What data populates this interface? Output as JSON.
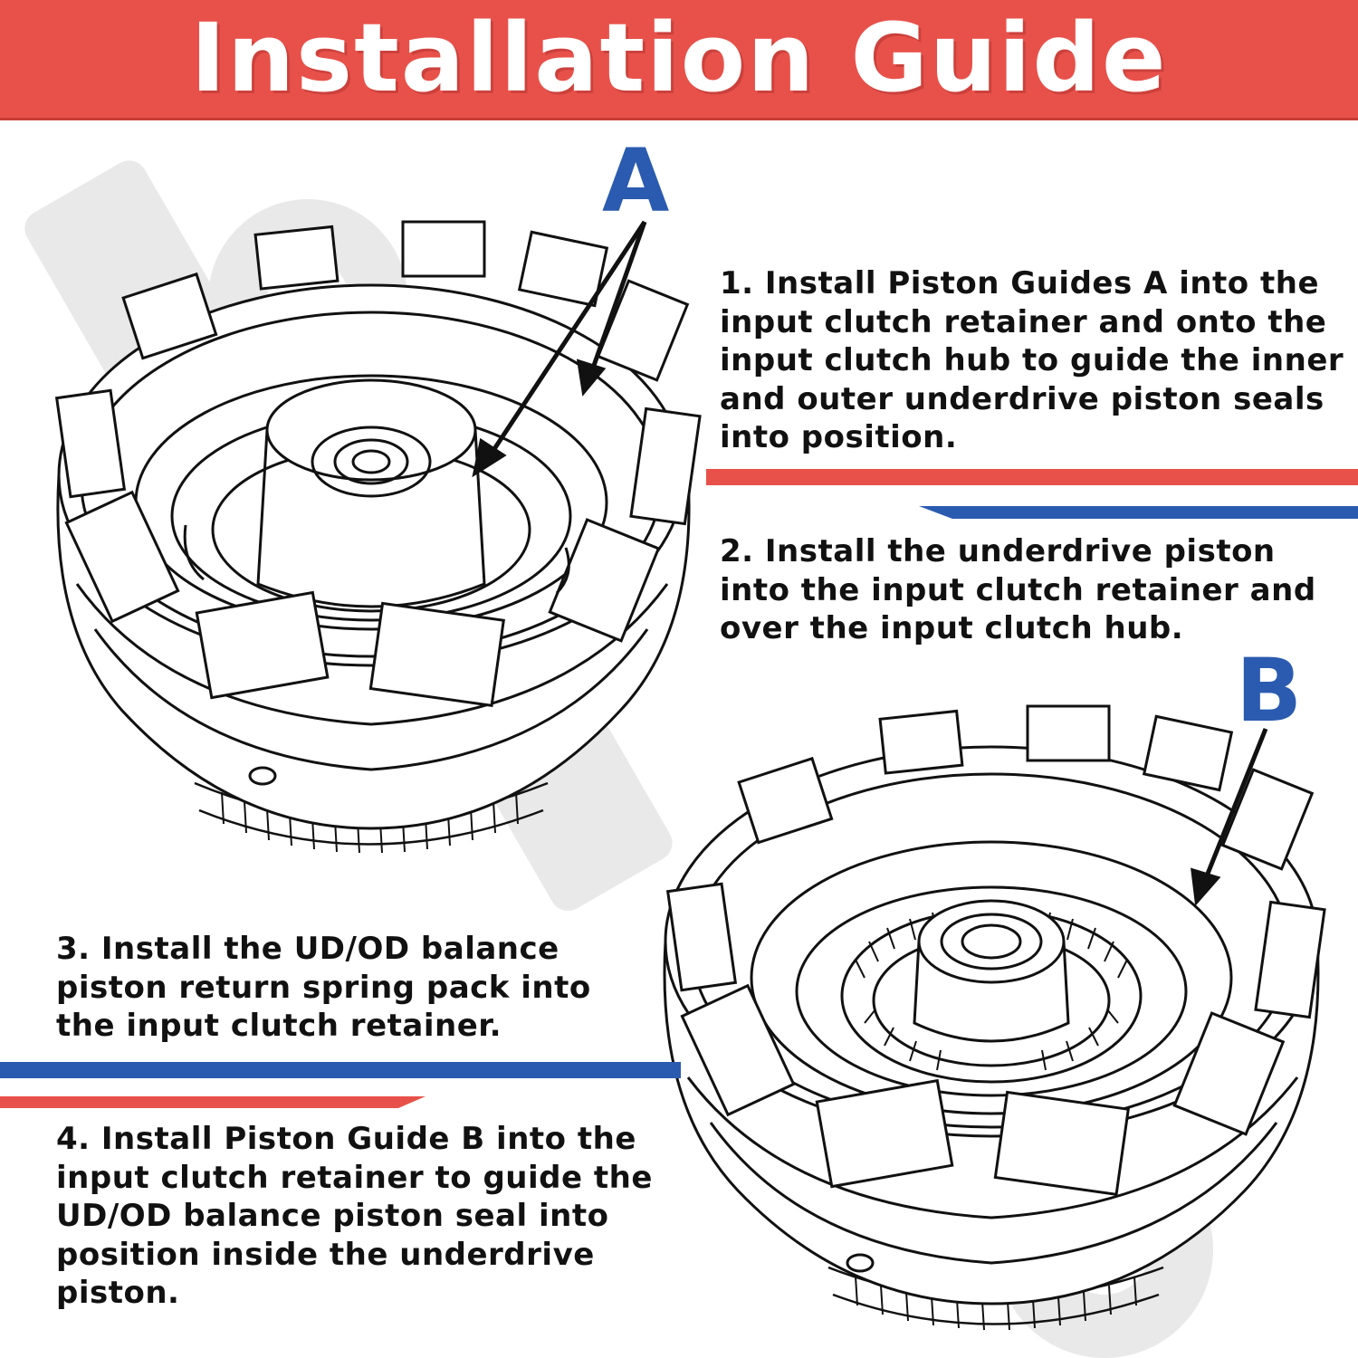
{
  "header": {
    "title": "Installation Guide"
  },
  "labels": {
    "a": "A",
    "b": "B"
  },
  "steps": [
    {
      "text": "1. Install Piston Guides A into the input clutch retainer and onto the input clutch hub to guide the inner and outer underdrive piston seals into position."
    },
    {
      "text": "2. Install the underdrive piston into the input clutch retainer and over the input clutch hub."
    },
    {
      "text": "3.  Install the UD/OD balance piston return spring pack into the input clutch retainer."
    },
    {
      "text": "4. Install Piston Guide B into the input clutch retainer to guide the UD/OD balance piston seal into position inside the underdrive piston."
    }
  ],
  "colors": {
    "header": "#e8514a",
    "accent_red": "#e8514a",
    "accent_blue": "#2b5bb0",
    "label_blue": "#2b5bb0"
  }
}
